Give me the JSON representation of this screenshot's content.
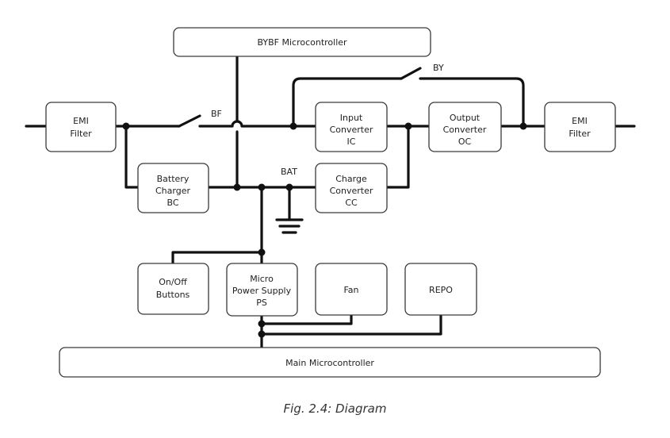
{
  "blocks": {
    "bybf_micro": [
      "BYBF Microcontroller"
    ],
    "emi_left": [
      "EMI",
      "Filter"
    ],
    "input_conv": [
      "Input",
      "Converter",
      "IC"
    ],
    "output_conv": [
      "Output",
      "Converter",
      "OC"
    ],
    "emi_right": [
      "EMI",
      "Filter"
    ],
    "battery_charger": [
      "Battery",
      "Charger",
      "BC"
    ],
    "charge_conv": [
      "Charge",
      "Converter",
      "CC"
    ],
    "onoff": [
      "On/Off",
      "Buttons"
    ],
    "micro_ps": [
      "Micro",
      "Power Supply",
      "PS"
    ],
    "fan": [
      "Fan"
    ],
    "repo": [
      "REPO"
    ],
    "main_micro": [
      "Main Microcontroller"
    ]
  },
  "labels": {
    "bf_switch": "BF",
    "by_switch": "BY",
    "bat_node": "BAT"
  },
  "caption": "Fig. 2.4:  Diagram"
}
